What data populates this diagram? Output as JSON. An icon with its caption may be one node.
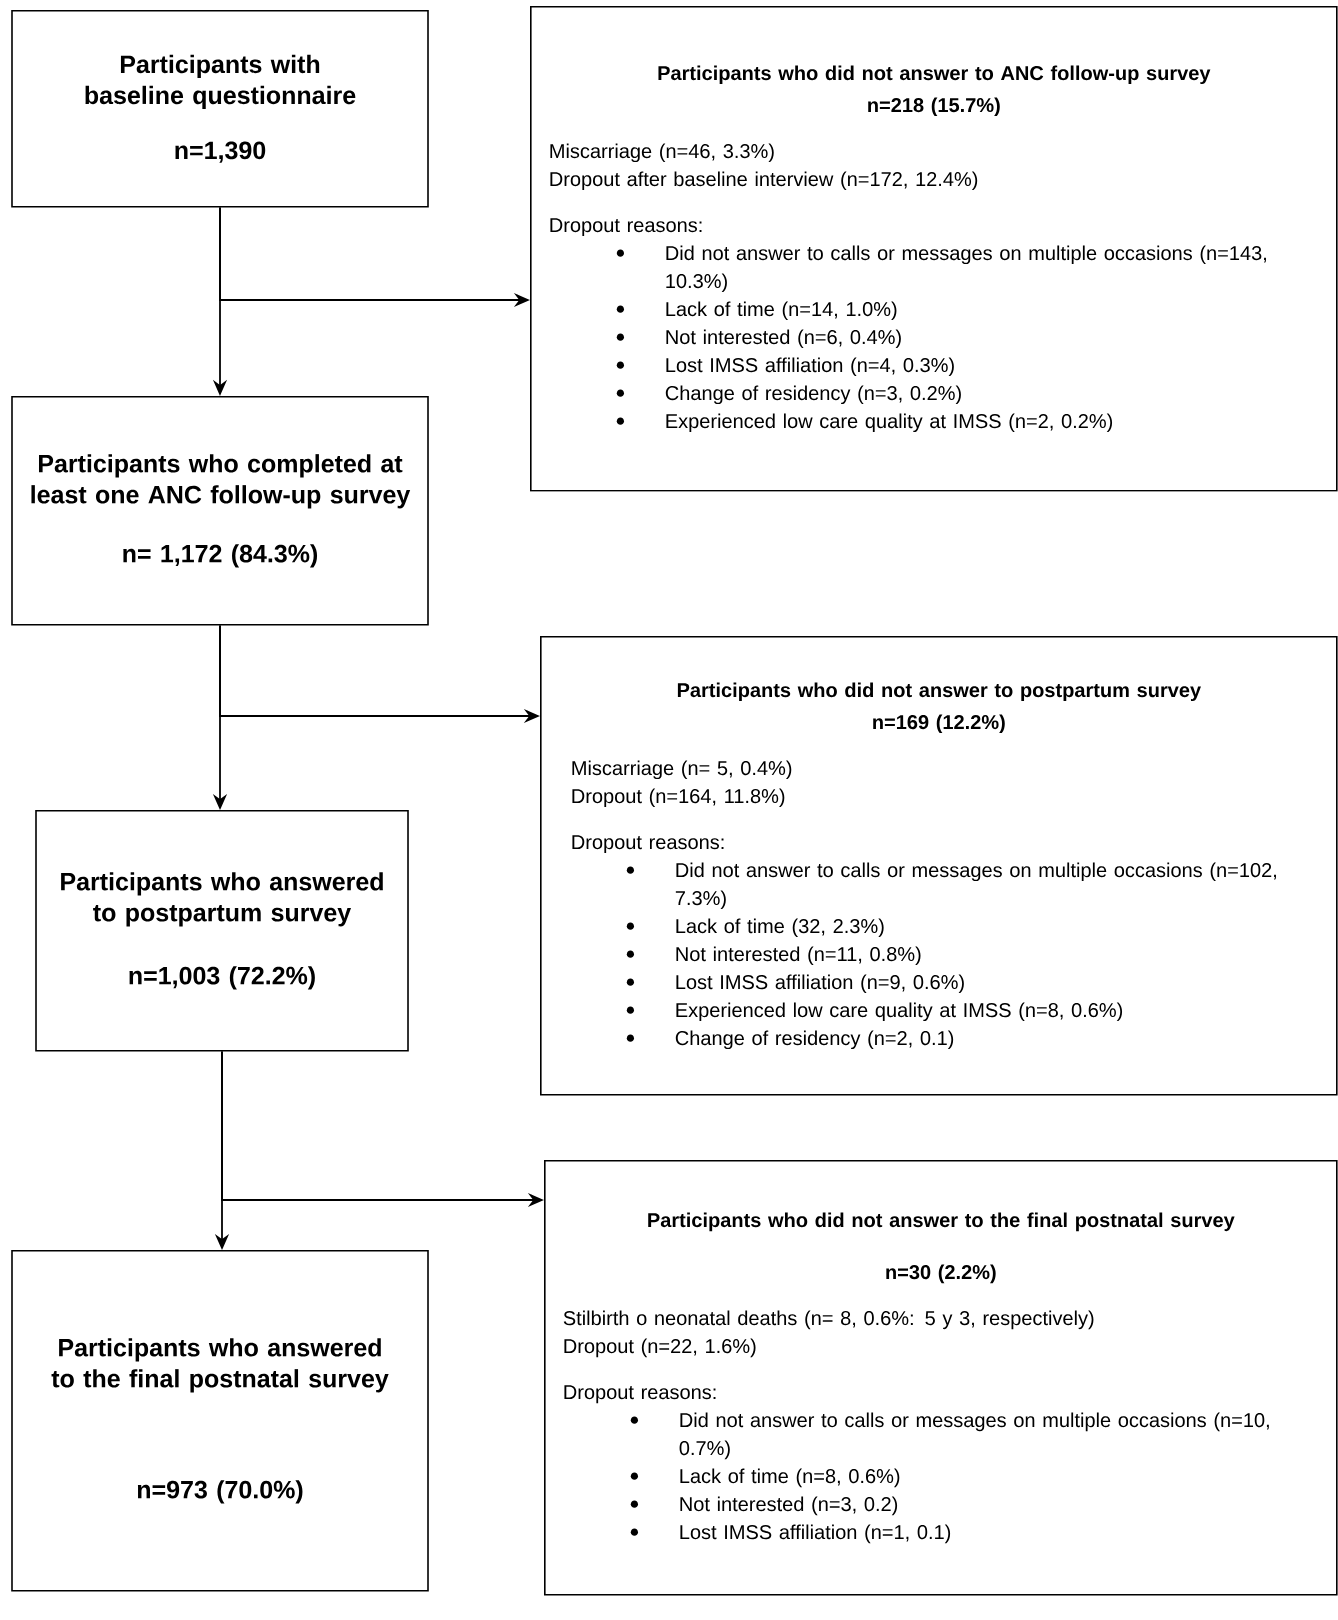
{
  "diagram": {
    "nodes": [
      {
        "text": [
          "Participants with baseline questionnaire",
          "n=1,390"
        ]
      },
      {
        "text": [
          "Participants who completed at least one ANC follow-up survey",
          "n= 1,172 (84.3%)"
        ]
      },
      {
        "text": [
          "Participants who answered to postpartum survey",
          "n=1,003 (72.2%)"
        ]
      },
      {
        "text": [
          "Participants who answered to the final postnatal survey",
          "n=973 (70.0%)"
        ]
      },
      {
        "text": [
          "Participants who did not answer to ANC follow-up survey",
          "n=218 (15.7%)",
          "Miscarriage (n=46, 3.3%)",
          "Dropout after baseline interview (n=172, 12.4%)",
          "Dropout reasons:",
          "Did not answer to calls or messages on multiple occasions (n=143, 10.3%)",
          "Lack of time (n=14, 1.0%)",
          "Not interested (n=6, 0.4%)",
          "Lost IMSS affiliation (n=4, 0.3%)",
          "Change of residency (n=3, 0.2%)",
          "Experienced low care quality at IMSS (n=2, 0.2%)"
        ]
      },
      {
        "text": [
          "Participants who did not answer to postpartum survey",
          "n=169 (12.2%)",
          "Miscarriage (n= 5, 0.4%)",
          "Dropout (n=164, 11.8%)",
          "Dropout reasons:",
          "Did not answer to calls or messages on multiple occasions (n=102, 7.3%)",
          "Lack of time (32, 2.3%)",
          "Not interested (n=11, 0.8%)",
          "Lost IMSS affiliation (n=9, 0.6%)",
          "Experienced low care quality at IMSS (n=8, 0.6%)",
          "Change of residency (n=2, 0.1)"
        ]
      },
      {
        "text": [
          "Participants who did not answer to the final postnatal survey",
          "n=30 (2.2%)",
          "Stilbirth o neonatal deaths (n= 8, 0.6%: 5 y 3, respectively)",
          "Dropout (n=22, 1.6%)",
          "Dropout reasons:",
          "Did not answer to calls or messages on multiple occasions (n=10, 0.7%)",
          "Lack of time (n=8, 0.6%)",
          "Not interested (n=3, 0.2)",
          "Lost IMSS affiliation (n=1, 0.1)"
        ]
      }
    ],
    "edges": [
      {
        "from": 0,
        "to": 1,
        "arrow": "to"
      },
      {
        "from": 0,
        "to": 4,
        "arrow": "to"
      },
      {
        "from": 1,
        "to": 2,
        "arrow": "to"
      },
      {
        "from": 1,
        "to": 5,
        "arrow": "to"
      },
      {
        "from": 2,
        "to": 3,
        "arrow": "to"
      },
      {
        "from": 2,
        "to": 6,
        "arrow": "to"
      }
    ]
  }
}
